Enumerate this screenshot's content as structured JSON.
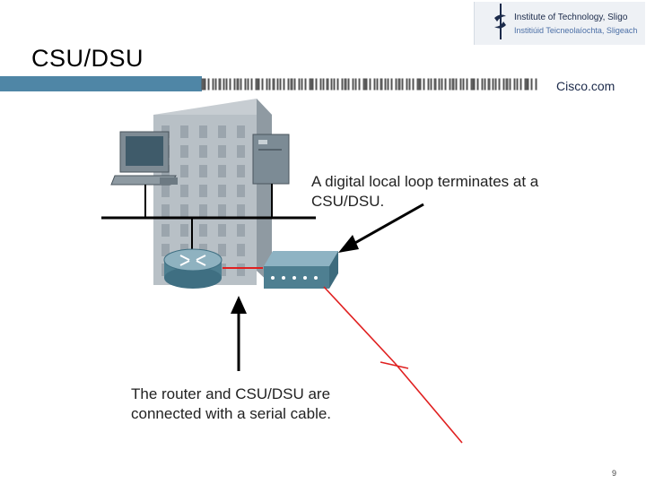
{
  "header": {
    "title": "CSU/DSU",
    "institute_line1": "Institute of Technology, Sligo",
    "institute_line2": "Institiúid Teicneolaíochta, Sligeach",
    "cisco_logo": "Cisco.com"
  },
  "diagram": {
    "caption_csu": "A digital local loop terminates at a CSU/DSU.",
    "caption_serial": "The router and CSU/DSU are connected with a serial cable."
  },
  "footer": {
    "page_number": "9"
  },
  "colors": {
    "accent_bar": "#4f86a6",
    "serial_cable": "#e02020",
    "wan_link": "#e02020"
  },
  "icons": [
    "institute-logo-icon",
    "computer-icon",
    "server-icon",
    "building-icon",
    "router-icon",
    "csu-dsu-icon",
    "lightning-wan-icon",
    "arrow-icon"
  ]
}
